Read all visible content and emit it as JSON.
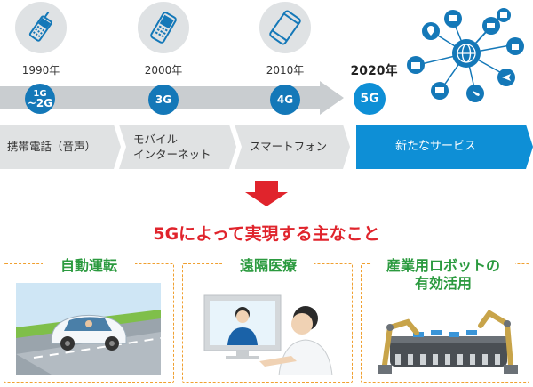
{
  "timeline": {
    "years": [
      "1990年",
      "2000年",
      "2010年",
      "2020年"
    ],
    "generations": [
      "1G",
      "~2G",
      "3G",
      "4G",
      "5G"
    ],
    "labels": {
      "first": "携帯電話（音声）",
      "second_line1": "モバイル",
      "second_line2": "インターネット",
      "third": "スマートフォン",
      "fourth": "新たなサービス"
    }
  },
  "main_heading": "5Gによって実現する主なこと",
  "use_cases": {
    "first": "自動運転",
    "second": "遠隔医療",
    "third_line1": "産業用ロボットの",
    "third_line2": "有効活用"
  },
  "colors": {
    "gen_badge": "#1478b8",
    "new_service": "#0e8fd6",
    "heading_red": "#e0242c",
    "green": "#2b9a3f",
    "dashed_orange": "#f0a030",
    "arrow_grey": "#c9cdd0"
  },
  "icons": [
    "feature-phone-icon",
    "keypad-phone-icon",
    "smartphone-icon",
    "network-hub-icon"
  ]
}
